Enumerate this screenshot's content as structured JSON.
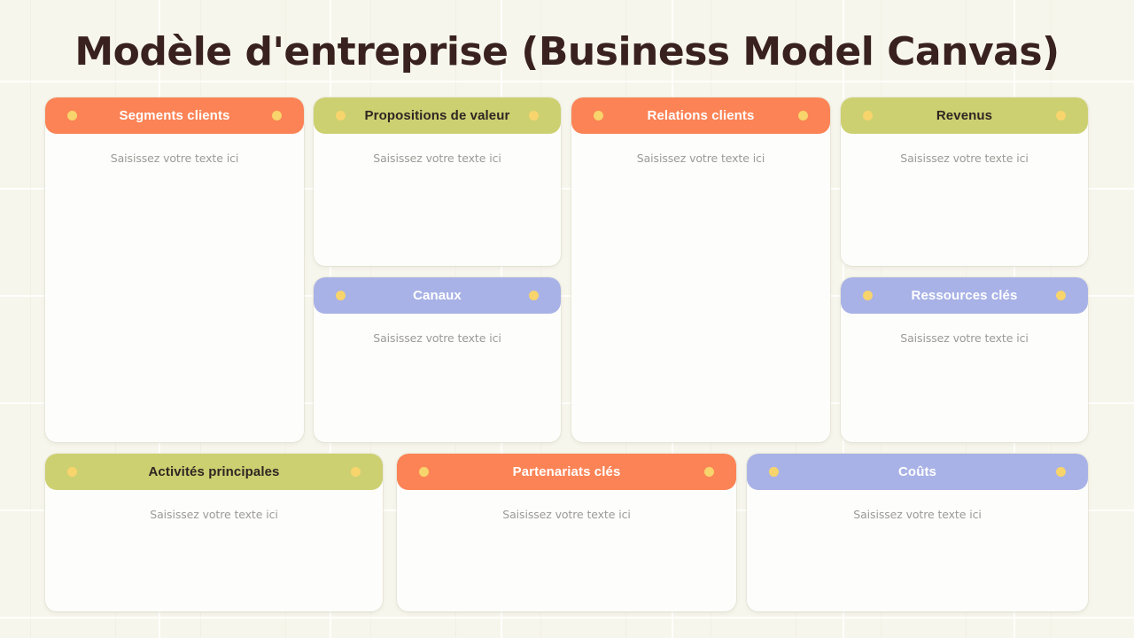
{
  "page": {
    "title": "Modèle d'entreprise (Business Model Canvas)",
    "background_color": "#f7f6ec",
    "title_color": "#38211e"
  },
  "colors": {
    "orange": "#fb8355",
    "olive": "#ccd071",
    "blue": "#a8b2e6",
    "dot": "#f8d46c",
    "card_body": "#fdfdfb",
    "placeholder_text": "#9b9a96"
  },
  "placeholder": "Saisissez votre texte ici",
  "cards": [
    {
      "id": "customer-segments",
      "title": "Segments clients",
      "header_color": "#fb8355",
      "header_text_color": "#ffffff",
      "body_text": "Saisissez votre texte ici",
      "dots": 2
    },
    {
      "id": "value-propositions",
      "title": "Propositions de valeur",
      "header_color": "#ccd071",
      "header_text_color": "#2f2622",
      "body_text": "Saisissez votre texte ici",
      "dots": 2
    },
    {
      "id": "channels",
      "title": "Canaux",
      "header_color": "#a8b2e6",
      "header_text_color": "#ffffff",
      "body_text": "Saisissez votre texte ici",
      "dots": 2
    },
    {
      "id": "customer-relations",
      "title": "Relations clients",
      "header_color": "#fb8355",
      "header_text_color": "#ffffff",
      "body_text": "Saisissez votre texte ici",
      "dots": 2
    },
    {
      "id": "revenue",
      "title": "Revenus",
      "header_color": "#ccd071",
      "header_text_color": "#2f2622",
      "body_text": "Saisissez votre texte ici",
      "dots": 2
    },
    {
      "id": "key-resources",
      "title": "Ressources clés",
      "header_color": "#a8b2e6",
      "header_text_color": "#ffffff",
      "body_text": "Saisissez votre texte ici",
      "dots": 2
    },
    {
      "id": "key-activities",
      "title": "Activités principales",
      "header_color": "#ccd071",
      "header_text_color": "#2f2622",
      "body_text": "Saisissez votre texte ici",
      "dots": 2
    },
    {
      "id": "key-partners",
      "title": "Partenariats clés",
      "header_color": "#fb8355",
      "header_text_color": "#ffffff",
      "body_text": "Saisissez votre texte ici",
      "dots": 2
    },
    {
      "id": "costs",
      "title": "Coûts",
      "header_color": "#a8b2e6",
      "header_text_color": "#ffffff",
      "body_text": "Saisissez votre texte ici",
      "dots": 2
    }
  ]
}
